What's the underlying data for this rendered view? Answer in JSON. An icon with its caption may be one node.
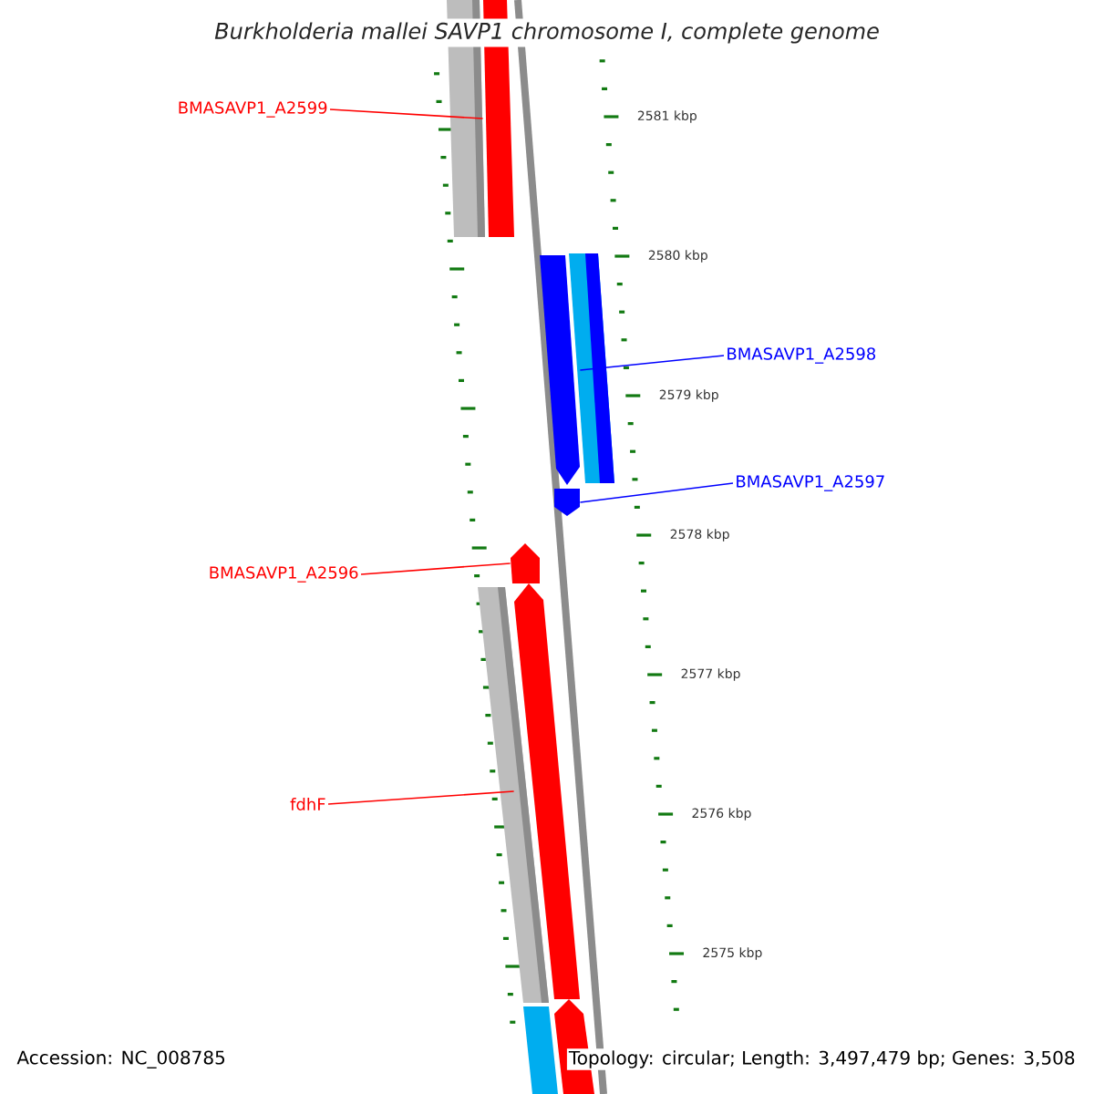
{
  "diagram": {
    "title": "Burkholderia mallei SAVP1 chromosome I, complete genome",
    "nodes": [
      {
        "text": [
          "BMASAVP1_A2599"
        ]
      },
      {
        "text": [],
        "shape": "bar"
      },
      {
        "text": [
          "BMASAVP1_A2598"
        ]
      },
      {
        "text": [],
        "shape": "bar"
      },
      {
        "text": [
          "BMASAVP1_A2597"
        ]
      },
      {
        "text": [],
        "shape": "bar"
      },
      {
        "text": [
          "BMASAVP1_A2596"
        ]
      },
      {
        "text": [],
        "shape": "bar"
      },
      {
        "text": [
          "fdhF"
        ]
      },
      {
        "text": [],
        "shape": "bar"
      },
      {
        "text": [],
        "shape": "bar"
      },
      {
        "text": [],
        "shape": "bar"
      },
      {
        "text": [],
        "shape": "bar"
      },
      {
        "text": [],
        "shape": "bar"
      },
      {
        "text": [],
        "shape": "bar"
      }
    ],
    "edges": [
      {
        "from": 0,
        "to": 1,
        "arrow": "none"
      },
      {
        "from": 2,
        "to": 3,
        "arrow": "none",
        "color": "#0000ff"
      },
      {
        "from": 4,
        "to": 5,
        "arrow": "none",
        "color": "#0000ff"
      },
      {
        "from": 6,
        "to": 7,
        "arrow": "none"
      },
      {
        "from": 8,
        "to": 9,
        "arrow": "none"
      }
    ],
    "labels": [
      "2581 kbp",
      "2580 kbp",
      "2579 kbp",
      "2578 kbp",
      "2577 kbp",
      "2576 kbp",
      "2575 kbp",
      "Accession: NC_008785",
      "Topology: circular; Length: 3,497,479 bp; Genes: 3,508"
    ]
  }
}
